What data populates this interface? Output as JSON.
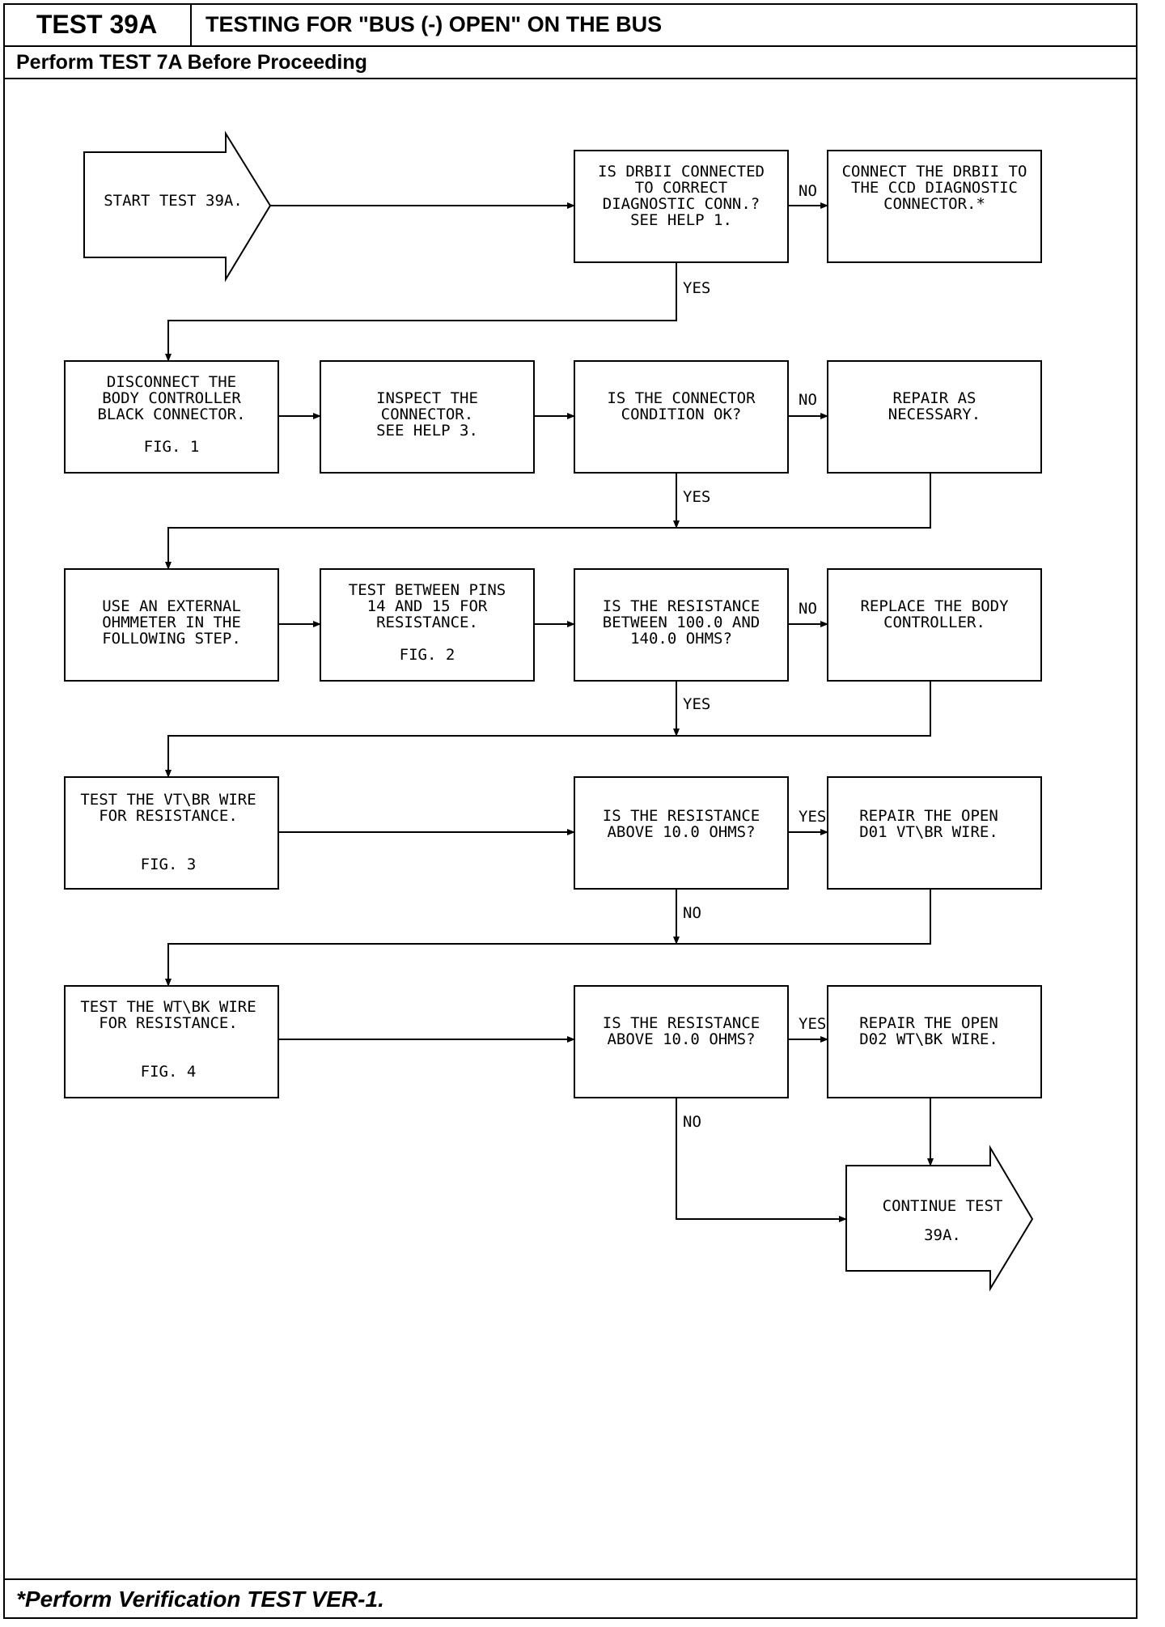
{
  "header": {
    "test_id": "TEST 39A",
    "title": "TESTING FOR \"BUS (-) OPEN\" ON THE BUS",
    "prerequisite": "Perform TEST 7A Before Proceeding"
  },
  "footer": {
    "note": "*Perform Verification TEST VER-1."
  },
  "flow": {
    "start": [
      "START TEST 39A."
    ],
    "continue": [
      "CONTINUE TEST",
      "39A."
    ],
    "boxes": {
      "q_drb": [
        "IS DRBII CONNECTED",
        "TO CORRECT",
        "DIAGNOSTIC CONN.?",
        "SEE HELP 1."
      ],
      "a_connect": [
        "CONNECT THE DRBII TO",
        "THE CCD DIAGNOSTIC",
        "CONNECTOR.*"
      ],
      "disconnect": [
        "DISCONNECT THE",
        "BODY CONTROLLER",
        "BLACK CONNECTOR.",
        "",
        "FIG. 1"
      ],
      "inspect": [
        "INSPECT THE",
        "CONNECTOR.",
        "SEE HELP 3."
      ],
      "q_conn": [
        "IS THE CONNECTOR",
        "CONDITION OK?"
      ],
      "a_repair": [
        "REPAIR AS",
        "NECESSARY."
      ],
      "ohmmeter": [
        "USE AN EXTERNAL",
        "OHMMETER IN THE",
        "FOLLOWING STEP."
      ],
      "test_pins": [
        "TEST BETWEEN PINS",
        "14 AND 15 FOR",
        "RESISTANCE.",
        "",
        "FIG. 2"
      ],
      "q_res1": [
        "IS THE RESISTANCE",
        "BETWEEN 100.0 AND",
        "140.0 OHMS?"
      ],
      "a_replace": [
        "REPLACE THE BODY",
        "CONTROLLER."
      ],
      "test_vt": [
        "TEST THE VT\\BR WIRE",
        "FOR RESISTANCE.",
        "",
        "",
        "FIG. 3"
      ],
      "q_res2": [
        "IS THE RESISTANCE",
        "ABOVE 10.0 OHMS?"
      ],
      "a_open1": [
        "REPAIR THE OPEN",
        "D01 VT\\BR WIRE."
      ],
      "test_wt": [
        "TEST THE WT\\BK WIRE",
        "FOR RESISTANCE.",
        "",
        "",
        "FIG. 4"
      ],
      "q_res3": [
        "IS THE RESISTANCE",
        "ABOVE 10.0 OHMS?"
      ],
      "a_open2": [
        "REPAIR THE OPEN",
        "D02 WT\\BK WIRE."
      ]
    },
    "labels": {
      "yes": "YES",
      "no": "NO"
    }
  }
}
